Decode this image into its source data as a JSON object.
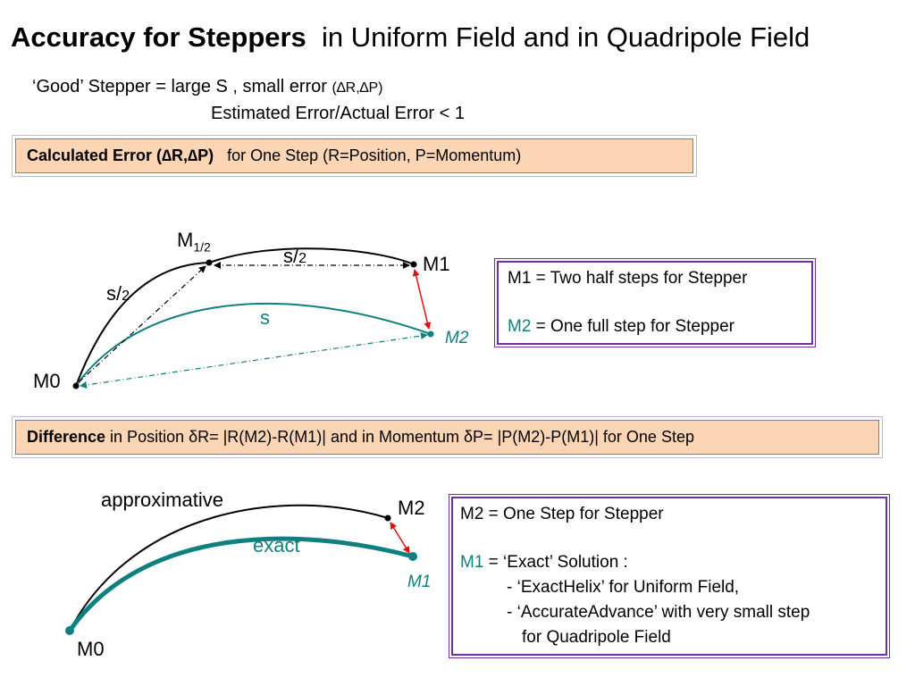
{
  "title": {
    "bold": "Accuracy for Steppers",
    "rest": "in Uniform Field and  in Quadripole Field"
  },
  "intro": {
    "line1_main": "‘Good’ Stepper = large S , small error",
    "line1_paren": "(∆R,∆P)",
    "line2": "Estimated Error/Actual Error < 1"
  },
  "box_calc": {
    "bold": "Calculated Error (∆R,∆P)",
    "rest": "for  One Step (R=Position, P=Momentum)"
  },
  "box_diff": {
    "bold": "Difference",
    "rest": "in Position δR= |R(M2)-R(M1)| and in Momentum δP= |P(M2)-P(M1)| for One Step"
  },
  "diagram1": {
    "m_half": "M",
    "m_half_sub": "1/2",
    "m1": "M1",
    "m2": "M2",
    "m0": "M0",
    "s_half_top": "s/",
    "s_half_top_den": "2",
    "s_half_left": "s/",
    "s_half_left_den": "2",
    "s": "s"
  },
  "legend1": {
    "m1_name": "M1",
    "m1_text": " = Two half steps for Stepper",
    "m2_name": "M2",
    "m2_text": " = One full step for Stepper"
  },
  "diagram2": {
    "approx": "approximative",
    "exact": "exact",
    "m2": "M2",
    "m1": "M1",
    "m0": "M0"
  },
  "legend2": {
    "line1": "M2 = One Step for Stepper",
    "m1_name": "M1",
    "m1_text": " = ‘Exact’ Solution  :",
    "item1": "- ‘ExactHelix’ for Uniform Field,",
    "item2": "- ‘AccurateAdvance’ with very small step",
    "item3": "for Quadripole Field"
  },
  "colors": {
    "black_curve": "#000000",
    "teal_curve": "#0f7f7f",
    "error_arrow": "#e01010",
    "box_fill": "#fcd5b4",
    "legend_border": "#7030a0"
  }
}
